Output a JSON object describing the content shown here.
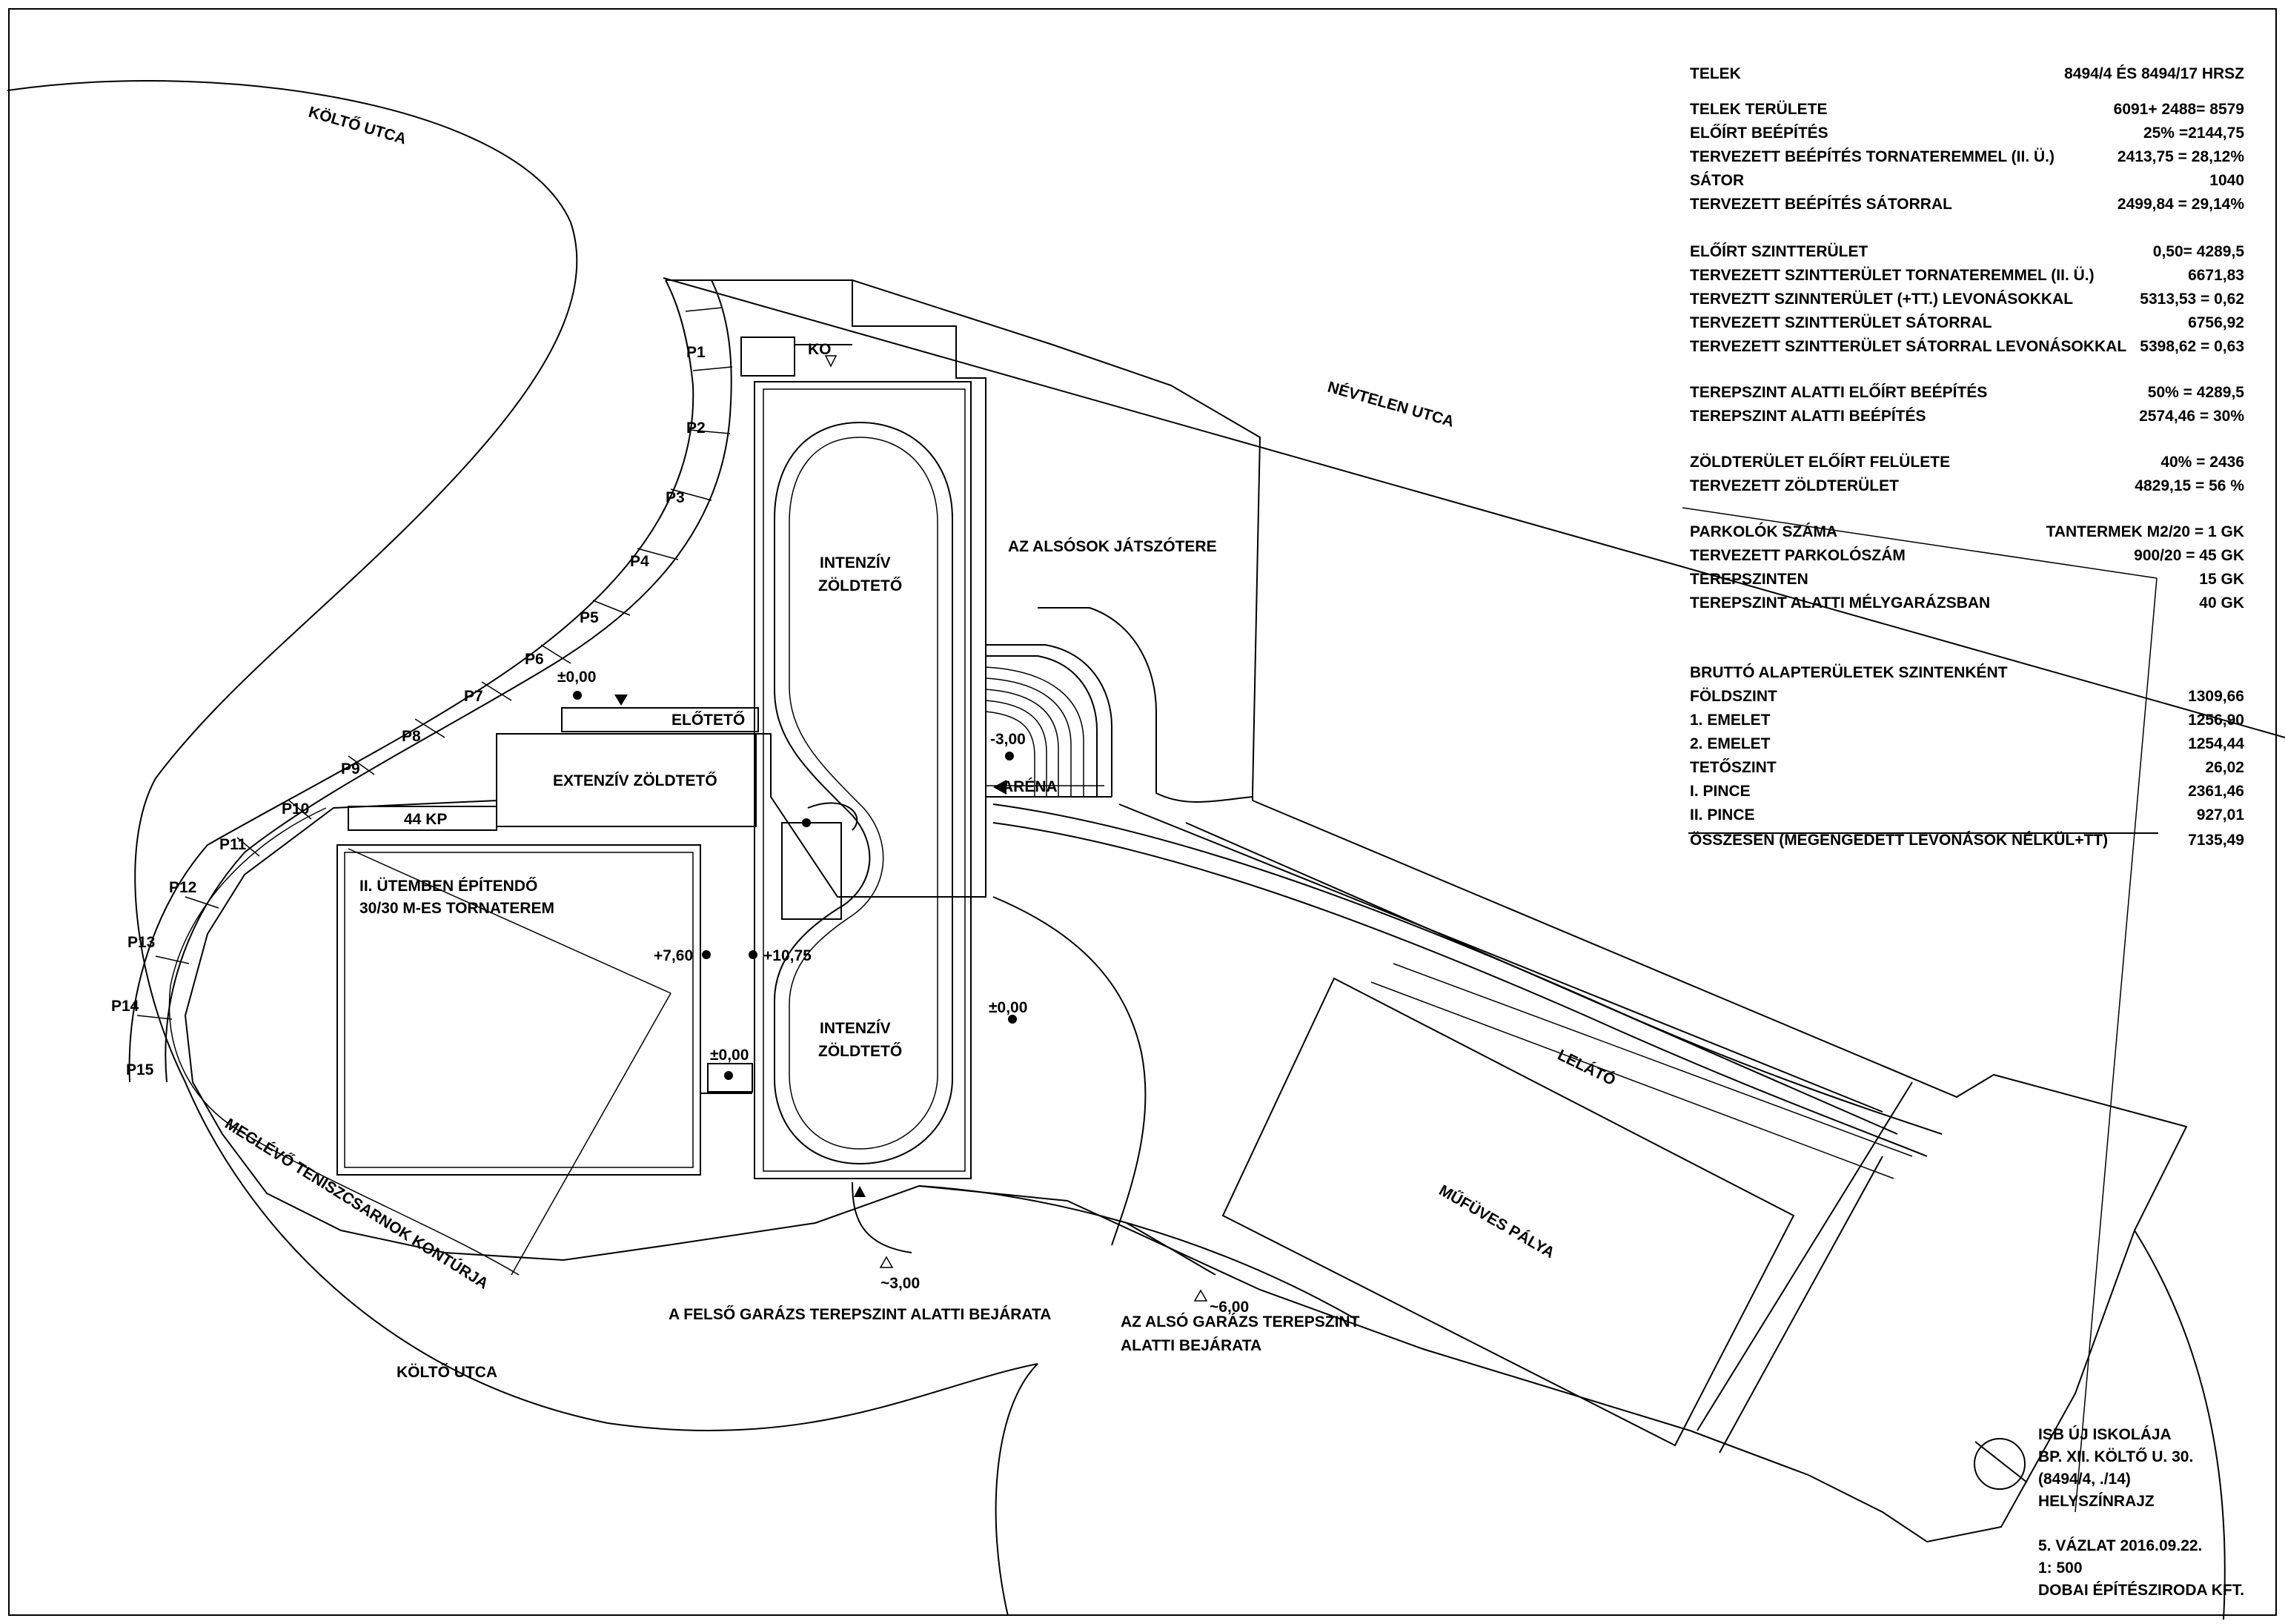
{
  "streets": {
    "kolto_top": "KÖLTŐ UTCA",
    "kolto_bottom": "KÖLTŐ UTCA",
    "nevtelen": "NÉVTELEN UTCA"
  },
  "parking": [
    "P1",
    "P2",
    "P3",
    "P4",
    "P5",
    "P6",
    "P7",
    "P8",
    "P9",
    "P10",
    "P11",
    "P12",
    "P13",
    "P14",
    "P15"
  ],
  "labels": {
    "ko": "KO",
    "intenziv_1a": "INTENZÍV",
    "intenziv_1b": "ZÖLDTETŐ",
    "intenziv_2a": "INTENZÍV",
    "intenziv_2b": "ZÖLDTETŐ",
    "jatszoter": "AZ ALSÓSOK JÁTSZÓTERE",
    "eloteto": "ELŐTETŐ",
    "extenziv": "EXTENZÍV ZÖLDTETŐ",
    "arena": "ARÉNA",
    "kp": "44 KP",
    "tornaterem_a": "II. ÜTEMBEN ÉPÍTENDŐ",
    "tornaterem_b": "30/30 M-ES TORNATEREM",
    "teniszcsarnok": "MEGLÉVŐ TENISZCSARNOK KONTÚRJA",
    "muuves": "MŰFÜVES PÁLYA",
    "lelato": "LELÁTÓ",
    "felso_garazs": "A FELSŐ GARÁZS TEREPSZINT ALATTI BEJÁRATA",
    "also_garazs_a": "AZ ALSÓ GARÁZS TEREPSZINT",
    "also_garazs_b": "ALATTI BEJÁRATA"
  },
  "levels": {
    "l_pm0_top": "±0,00",
    "l_m3_arena": "-3,00",
    "l_p760": "+7,60",
    "l_p1075": "+10,75",
    "l_pm0_mid": "±0,00",
    "l_pm0_left": "±0,00",
    "l_m3_bottom": "~3,00",
    "l_m6_bottom": "~6,00"
  },
  "data_table": {
    "rows": [
      {
        "label": "TELEK",
        "value": "8494/4  ÉS 8494/17 HRSZ"
      },
      {
        "label": "TELEK TERÜLETE",
        "value": "6091+ 2488= 8579"
      },
      {
        "label": "ELŐÍRT BEÉPÍTÉS",
        "value": "25% =2144,75"
      },
      {
        "label": "TERVEZETT BEÉPÍTÉS TORNATEREMMEL (II. Ü.)",
        "value": "2413,75 = 28,12%"
      },
      {
        "label": "SÁTOR",
        "value": "1040"
      },
      {
        "label": "TERVEZETT BEÉPÍTÉS SÁTORRAL",
        "value": "2499,84 = 29,14%"
      },
      {
        "label": "ELŐÍRT SZINTTERÜLET",
        "value": "0,50= 4289,5"
      },
      {
        "label": "TERVEZETT SZINTTERÜLET TORNATEREMMEL (II. Ü.)",
        "value": "6671,83"
      },
      {
        "label": "TERVEZTT SZINNTERÜLET (+TT.) LEVONÁSOKKAL",
        "value": "5313,53 = 0,62"
      },
      {
        "label": "TERVEZETT SZINTTERÜLET SÁTORRAL",
        "value": "6756,92"
      },
      {
        "label": "TERVEZETT SZINTTERÜLET SÁTORRAL LEVONÁSOKKAL",
        "value": "5398,62 = 0,63"
      },
      {
        "label": "TEREPSZINT ALATTI ELŐÍRT BEÉPÍTÉS",
        "value": "50% = 4289,5"
      },
      {
        "label": "TEREPSZINT ALATTI BEÉPÍTÉS",
        "value": "2574,46 = 30%"
      },
      {
        "label": "ZÖLDTERÜLET ELŐÍRT FELÜLETE",
        "value": "40% = 2436"
      },
      {
        "label": "TERVEZETT ZÖLDTERÜLET",
        "value": "4829,15 = 56 %"
      },
      {
        "label": "PARKOLÓK SZÁMA",
        "value": "TANTERMEK M2/20 = 1 GK"
      },
      {
        "label": "TERVEZETT PARKOLÓSZÁM",
        "value": "900/20 = 45 GK"
      },
      {
        "label": "TEREPSZINTEN",
        "value": "15 GK"
      },
      {
        "label": "TEREPSZINT ALATTI MÉLYGARÁZSBAN",
        "value": "40 GK"
      },
      {
        "label": "BRUTTÓ ALAPTERÜLETEK SZINTENKÉNT",
        "value": ""
      },
      {
        "label": "FÖLDSZINT",
        "value": "1309,66"
      },
      {
        "label": "1. EMELET",
        "value": "1256,90"
      },
      {
        "label": "2. EMELET",
        "value": "1254,44"
      },
      {
        "label": "TETŐSZINT",
        "value": "26,02"
      },
      {
        "label": "I. PINCE",
        "value": "2361,46"
      },
      {
        "label": "II. PINCE",
        "value": "927,01"
      },
      {
        "label": "ÖSSZESEN (MEGENGEDETT LEVONÁSOK NÉLKÜL+TT)",
        "value": "7135,49"
      }
    ]
  },
  "title_block": {
    "line1": "ISB ÚJ ISKOLÁJA",
    "line2": "BP. XII. KÖLTŐ U. 30.",
    "line3": "(8494/4, ./14)",
    "line4": "HELYSZÍNRAJZ",
    "line5": "5. VÁZLAT    2016.09.22.",
    "line6": "1: 500",
    "line7": "DOBAI ÉPÍTÉSZIRODA KFT."
  }
}
